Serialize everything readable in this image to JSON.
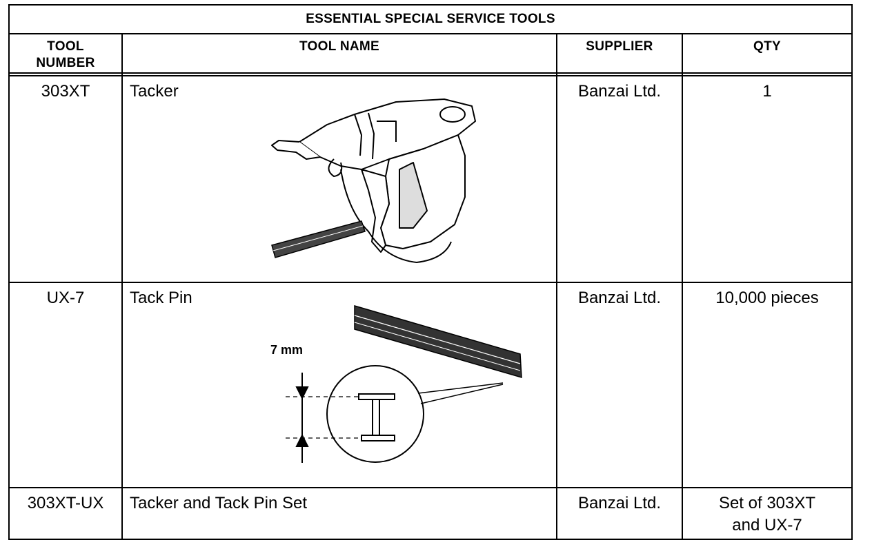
{
  "table": {
    "title": "ESSENTIAL SPECIAL SERVICE TOOLS",
    "headers": {
      "tool_number_line1": "TOOL",
      "tool_number_line2": "NUMBER",
      "tool_name": "TOOL NAME",
      "supplier": "SUPPLIER",
      "qty": "QTY"
    },
    "rows": [
      {
        "tool_number": "303XT",
        "tool_name": "Tacker",
        "supplier": "Banzai Ltd.",
        "qty_line1": "1",
        "qty_line2": ""
      },
      {
        "tool_number": "UX-7",
        "tool_name": "Tack Pin",
        "supplier": "Banzai Ltd.",
        "qty_line1": "10,000 pieces",
        "qty_line2": "",
        "dimension_label": "7 mm"
      },
      {
        "tool_number": "303XT-UX",
        "tool_name": "Tacker and Tack Pin Set",
        "supplier": "Banzai Ltd.",
        "qty_line1": "Set of 303XT",
        "qty_line2": "and UX-7"
      }
    ]
  },
  "illustrations": {
    "row1": "tacker-gun-illustration",
    "row2": "tack-pin-illustration"
  }
}
